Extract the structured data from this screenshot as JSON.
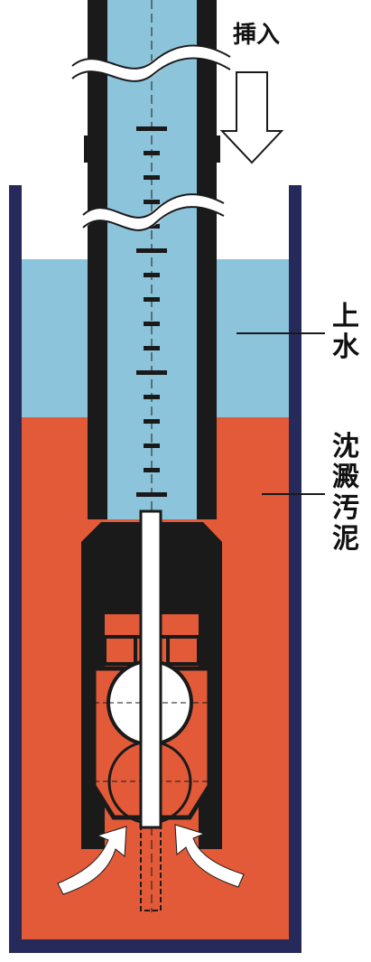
{
  "labels": {
    "insert": "挿入",
    "supernatant": "上水",
    "sediment": "沈澱汚泥"
  },
  "colors": {
    "water": "#8cc4dc",
    "sludge": "#e25a38",
    "container": "#262a5a",
    "sampler": "#1a1a1a",
    "inner": "#8cc4dc",
    "ball": "#ffffff"
  },
  "scale_marks": {
    "count": 17
  }
}
